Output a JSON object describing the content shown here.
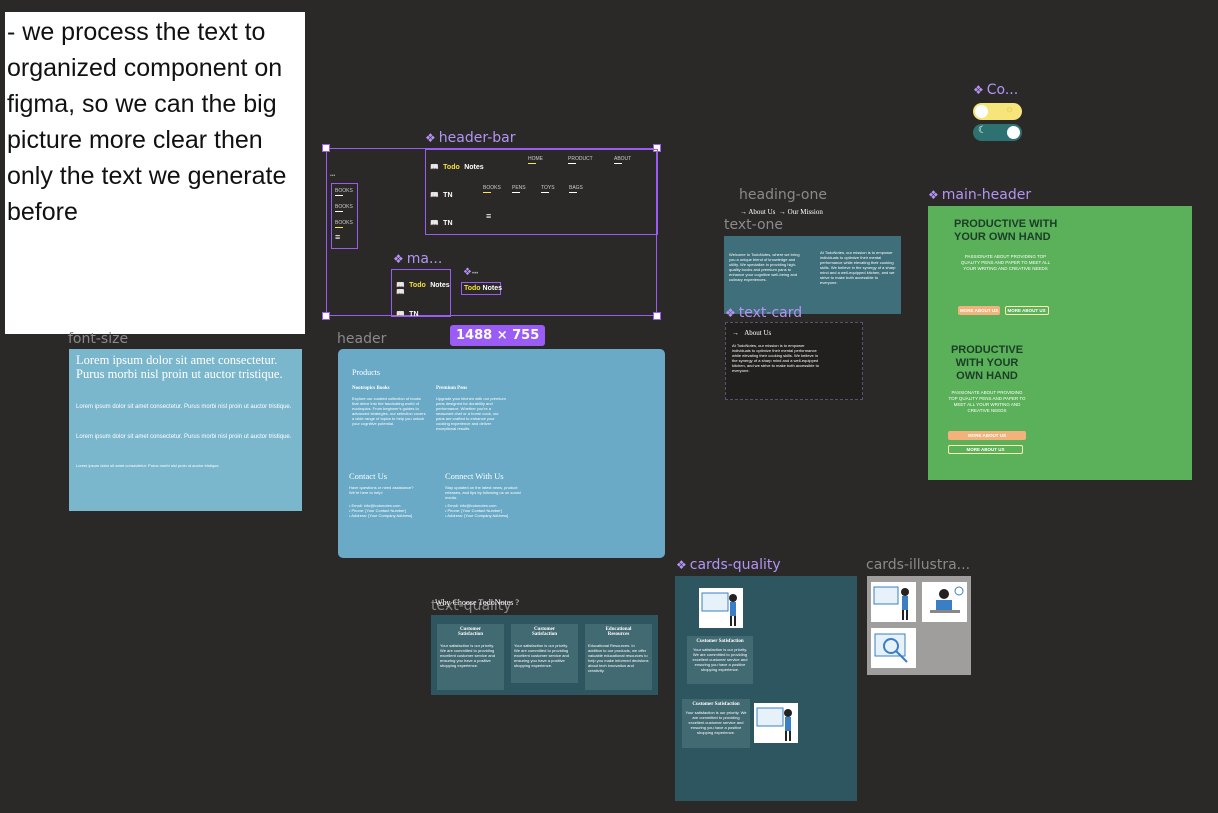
{
  "note": {
    "text": "- we process the text to organized component on figma, so we can  the big picture more clear then only the text we generate before"
  },
  "labels": {
    "font_size": "font-size",
    "header_bar": "header-bar",
    "ma": "ma...",
    "header": "header",
    "dims": "1488 × 755",
    "heading_one": "heading-one",
    "text_one": "text-one",
    "text_card": "text-card",
    "main_header": "main-header",
    "co": "Co...",
    "cards_quality": "cards-quality",
    "cards_illustra": "cards-illustra...",
    "text_quality": "text-quality"
  },
  "font_card": {
    "lines": [
      "Lorem ipsum dolor sit amet consectetur. Purus morbi nisl proin ut auctor tristique.",
      "Lorem ipsum dolor sit amet consectetur. Purus morbi nisl proin ut auctor tristique.",
      "Lorem ipsum dolor sit amet consectetur. Purus morbi nisl proin ut auctor tristique.",
      "Lorem ipsum dolor sit amet consectetur. Purus morbi nisl proin ut auctor tristique."
    ]
  },
  "header_bar": {
    "todo": "Todo",
    "notes": "Notes",
    "tn": "TN",
    "nav1": [
      "HOME",
      "PRODUCT",
      "ABOUT"
    ],
    "nav2": [
      "BOOKS",
      "PENS",
      "TOYS",
      "BAGS"
    ],
    "side": [
      "BOOKS",
      "BOOKS",
      "BOOKS"
    ],
    "dots": "•••"
  },
  "header_card": {
    "products": "Products",
    "col1_title": "Nootropics Books",
    "col1_text": "Explore our curated collection of books that delve into the fascinating world of nootropics. From beginner's guides to advanced strategies, our selection covers a wide range of topics to help you unlock your cognitive potential.",
    "col2_title": "Premium Pens",
    "col2_text": "Upgrade your kitchen with our premium pans designed for durability and performance. Whether you're a seasoned chef or a home cook, our pans are crafted to enhance your cooking experience and deliver exceptional results.",
    "contact_title": "Contact Us",
    "contact_text": "Have questions or need assistance? We're here to help!",
    "contact_items": [
      "Email: info@todonotes.com",
      "Phone: [Your Contact Number]",
      "Address: [Your Company Address]"
    ],
    "connect_title": "Connect With Us",
    "connect_text": "Stay updated on the latest news, product releases, and tips by following us on social media.",
    "connect_items": [
      "Email: info@todonotes.com",
      "Phone: [Your Contact Number]",
      "Address: [Your Company Address]"
    ]
  },
  "heading_one": {
    "link1": "About Us",
    "link2": "Our Mission"
  },
  "text_one": {
    "left": "Welcome to TodoNotes, where we bring you a unique blend of knowledge and utility. We specialize in providing high-quality books and premium pans to enhance your cognitive well-being and culinary experiences.",
    "right": "At TodoNotes, our mission is to empower individuals to optimize their mental performance while elevating their cooking skills. We believe in the synergy of a sharp mind and a well-equipped kitchen, and we strive to make both accessible to everyone."
  },
  "text_card": {
    "title": "About Us",
    "body": "At TodoNotes, our mission is to empower individuals to optimize their mental performance while elevating their cooking skills. We believe in the synergy of a sharp mind and a well-equipped kitchen, and we strive to make both accessible to everyone."
  },
  "main_header": {
    "title": "PRODUCTIVE WITH YOUR OWN HAND",
    "sub": "PASSIONATE ABOUT PROVIDING TOP QUALITY PENS AND PAPER TO MEET ALL YOUR WRITING AND CREATIVE NEEDS",
    "btn": "MORE ABOUT US"
  },
  "why": {
    "title": "Why Choose TodoNotes ?",
    "cards": [
      {
        "title": "Customer Satisfaction",
        "text": "Your satisfaction is our priority. We are committed to providing excellent customer service and ensuring you have a positive shopping experience."
      },
      {
        "title": "Customer Satisfaction",
        "text": "Your satisfaction is our priority. We are committed to providing excellent customer service and ensuring you have a positive shopping experience."
      },
      {
        "title": "Educational Resources",
        "text": "Educational Resources: In addition to our products, we offer valuable educational resources to help you make informed decisions about tech innovation and creativity."
      }
    ]
  },
  "cards_quality": {
    "title": "Customer Satisfaction",
    "text": "Your satisfaction is our priority. We are committed to providing excellent customer service and ensuring you have a positive shopping experience."
  },
  "colors": {
    "accent": "#9b5cf5",
    "green": "#5bb05a",
    "teal": "#2e5660",
    "yellow": "#f2e03b"
  }
}
